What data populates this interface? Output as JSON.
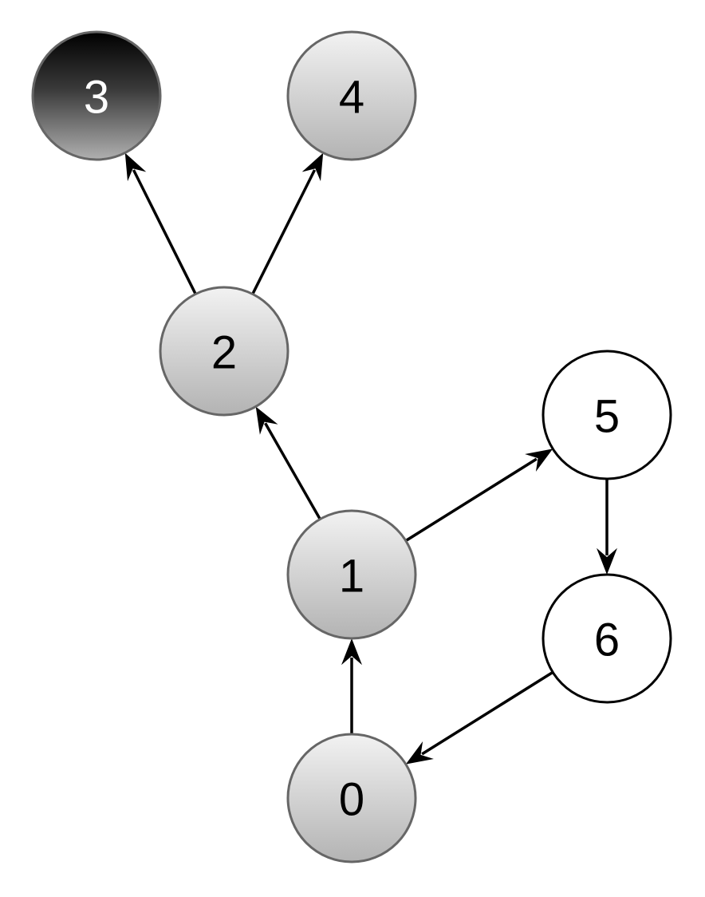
{
  "diagram": {
    "nodes": [
      {
        "id": "0",
        "label": "0",
        "style": "gray"
      },
      {
        "id": "1",
        "label": "1",
        "style": "gray"
      },
      {
        "id": "2",
        "label": "2",
        "style": "gray"
      },
      {
        "id": "3",
        "label": "3",
        "style": "dark"
      },
      {
        "id": "4",
        "label": "4",
        "style": "gray"
      },
      {
        "id": "5",
        "label": "5",
        "style": "white"
      },
      {
        "id": "6",
        "label": "6",
        "style": "white"
      }
    ],
    "edges": [
      {
        "from": "0",
        "to": "1"
      },
      {
        "from": "1",
        "to": "2"
      },
      {
        "from": "2",
        "to": "3"
      },
      {
        "from": "2",
        "to": "4"
      },
      {
        "from": "1",
        "to": "5"
      },
      {
        "from": "5",
        "to": "6"
      },
      {
        "from": "6",
        "to": "0"
      }
    ],
    "colors": {
      "gray_fill_top": "#f2f2f2",
      "gray_fill_bottom": "#b3b3b3",
      "gray_stroke": "#666666",
      "dark_fill_top": "#000000",
      "dark_fill_bottom": "#b0b0b0",
      "white_fill": "#ffffff",
      "white_stroke": "#000000",
      "edge": "#000000"
    }
  }
}
